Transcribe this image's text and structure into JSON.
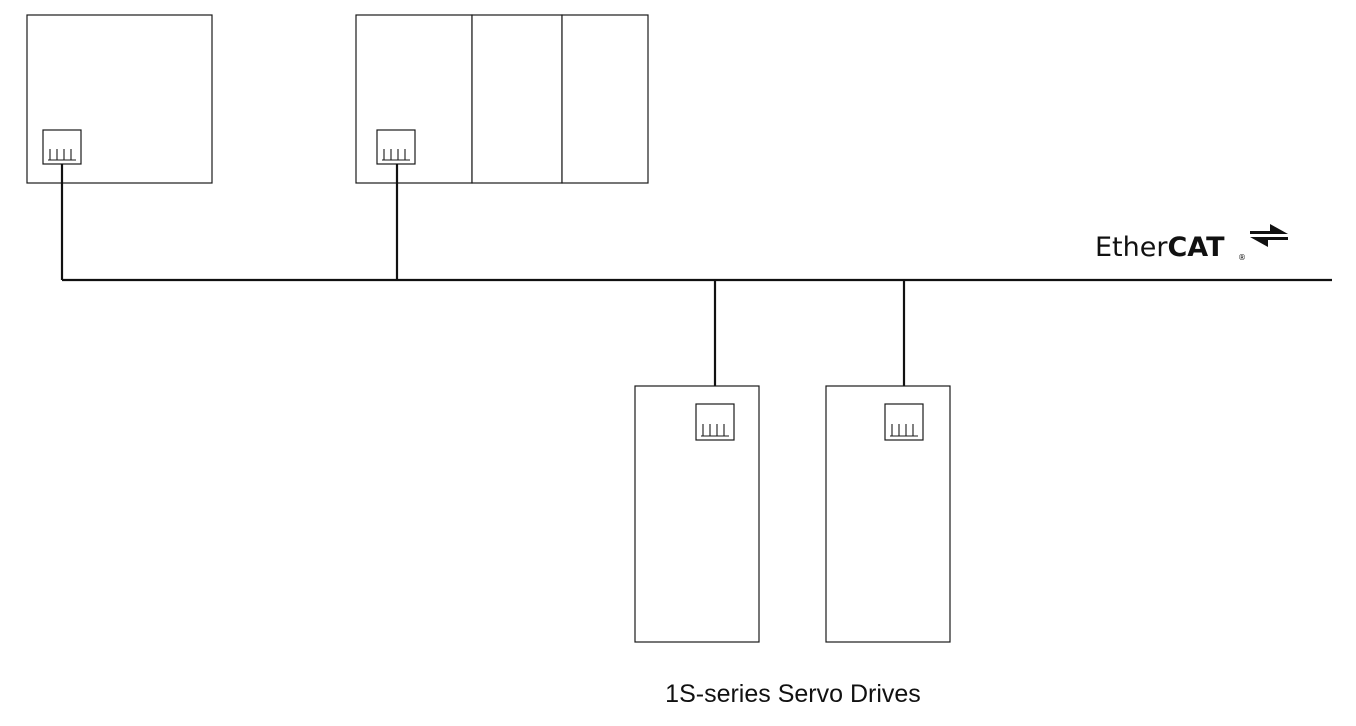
{
  "network": {
    "logo": {
      "text_regular": "Ether",
      "text_bold": "CAT",
      "registered_mark": "®",
      "icon": "bidirectional-arrows-icon"
    }
  },
  "servo_drives": {
    "caption": "1S-series Servo Drives",
    "count": 2
  },
  "controllers": {
    "count": 2
  },
  "colors": {
    "line": "#111111",
    "background": "#ffffff"
  }
}
